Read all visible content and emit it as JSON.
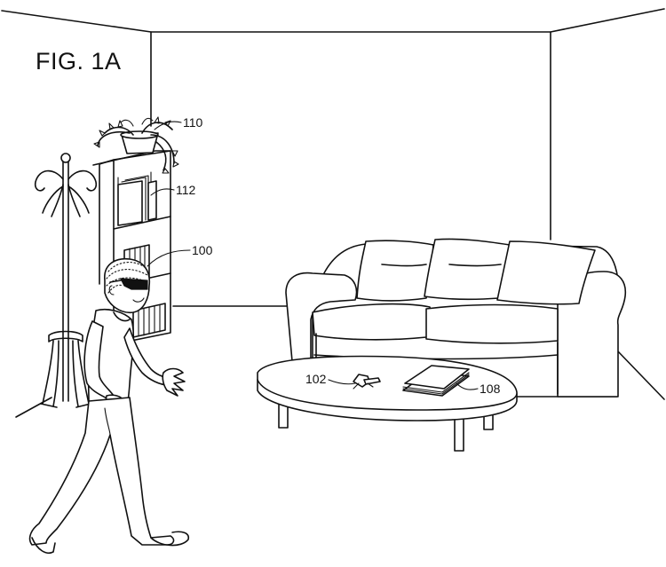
{
  "figure": {
    "title": "FIG. 1A",
    "refs": {
      "plant": "110",
      "books": "112",
      "user": "100",
      "keys": "102",
      "magazines": "108"
    }
  }
}
